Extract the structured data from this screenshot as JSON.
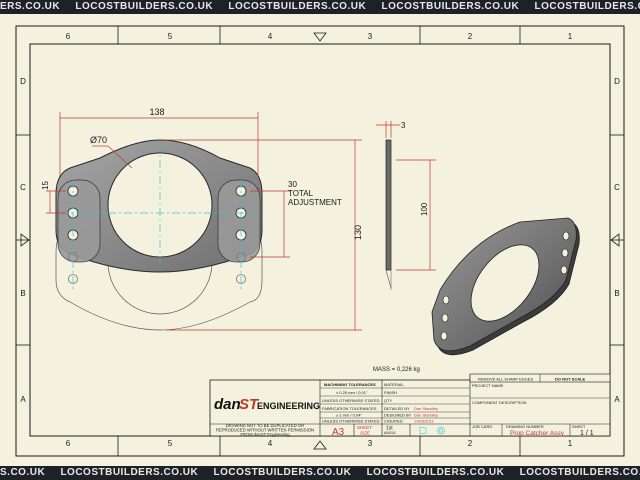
{
  "watermark": {
    "text": "LOCOSTBUILDERS.CO.UK",
    "top_fragment": "ERS.CO.UK",
    "bottom_fragment": "S.CO.UK"
  },
  "zones": {
    "columns": [
      "6",
      "5",
      "4",
      "3",
      "2",
      "1"
    ],
    "rows": [
      "D",
      "C",
      "B",
      "A"
    ]
  },
  "dimensions": {
    "width_138": "138",
    "diameter_70": "Ø70",
    "height_15": "15",
    "adjustment_30": "30",
    "adjustment_label_1": "TOTAL",
    "adjustment_label_2": "ADJUSTMENT",
    "height_130": "130",
    "thickness_3": "3",
    "height_100": "100"
  },
  "mass_note": "MASS = 0,226 kg",
  "title_block": {
    "logo_dan": "dan",
    "logo_st": "ST",
    "logo_engineering": "ENGINEERING",
    "copyright_1": "DRAWING NOT TO BE DUPLICATED OR",
    "copyright_2": "REPRODUCED WITHOUT WRITTEN PERMISSION",
    "copyright_3": "FROM danST Engineering",
    "machining_tolerances": "MACHINING TOLERANCES",
    "machining_value": "± 0.25 mm / 0.01\"",
    "unless_1": "UNLESS OTHERWISE STATED",
    "fabrication_tolerances": "FABRICATION TOLERANCES",
    "fabrication_value": "± 1 mm / 0.04\"",
    "unless_2": "UNLESS OTHERWISE STATED",
    "material_label": "MATERIAL",
    "finish_label": "FINISH",
    "qty_label": "QTY",
    "detailed_by_label": "DETAILED BY",
    "detailed_by_value": "Dan Standley",
    "designed_by_label": "DESIGNED BY",
    "designed_by_value": "Dan Standley",
    "created_label": "CREATED",
    "created_value": "19/05/2011",
    "remove_edges": "REMOVE ALL SHARP EDGES",
    "do_not_scale": "DO NOT SCALE",
    "project_name_label": "PROJECT NAME",
    "component_description_label": "COMPONENT DESCRIPTION",
    "job_card_label": "JOB CARD",
    "drawing_number_label": "DRAWING NUMBER",
    "drawing_number_value": "Prop Catcher Assy",
    "sheet_label": "SHEET",
    "sheet_value": "1 / 1",
    "sheet_size_value": "A3",
    "sheet_size_label_1": "SHEET",
    "sheet_size_label_2": "SIZE",
    "angle_value": "1st",
    "angle_label": "ANGLE"
  },
  "colors": {
    "paper": "#f4f2df",
    "line": "#1a1a1a",
    "dimension_red": "#c0392b",
    "centerline_cyan": "#2ec4d6",
    "part_grey": "#8a8a8a",
    "part_shadow": "#3c3c3c"
  }
}
